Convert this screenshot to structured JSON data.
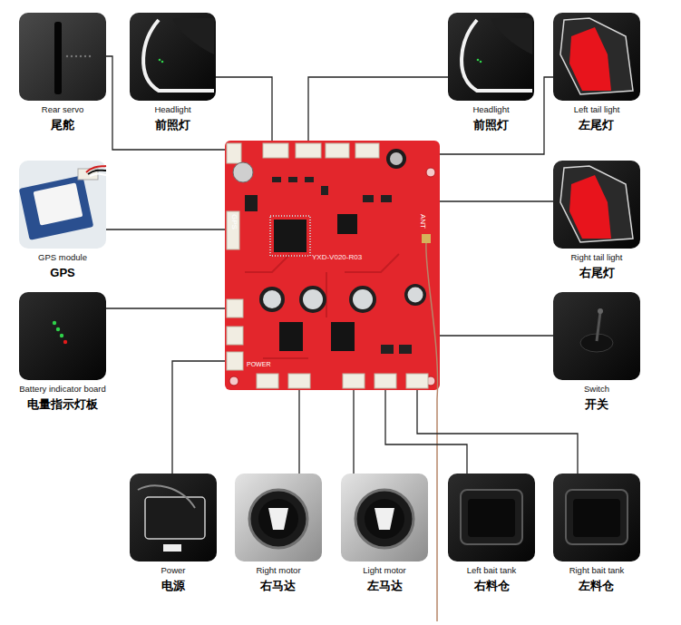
{
  "diagram": {
    "nodes": [
      {
        "text": [
          "Rear servo",
          "尾舵"
        ]
      },
      {
        "text": [
          "Headlight",
          "前照灯"
        ]
      },
      {
        "text": [
          "Headlight",
          "前照灯"
        ]
      },
      {
        "text": [
          "Left tail light",
          "左尾灯"
        ]
      },
      {
        "text": [
          "GPS module",
          "GPS"
        ]
      },
      {
        "text": [
          "YXD-V020-R03"
        ]
      },
      {
        "text": [
          "Right tail light",
          "右尾灯"
        ]
      },
      {
        "text": [
          "Battery indicator board",
          "电量指示灯板"
        ]
      },
      {
        "text": [
          "Switch",
          "开关"
        ]
      },
      {
        "text": [
          "Power",
          "电源"
        ]
      },
      {
        "text": [
          "Right motor",
          "右马达"
        ]
      },
      {
        "text": [
          "Light motor",
          "左马达"
        ]
      },
      {
        "text": [
          "Left bait tank",
          "右料仓"
        ]
      },
      {
        "text": [
          "Right bait tank",
          "左料仓"
        ]
      }
    ],
    "edges": [
      {
        "from": 0,
        "to": 5,
        "arrow": "none"
      },
      {
        "from": 1,
        "to": 5,
        "arrow": "none"
      },
      {
        "from": 2,
        "to": 5,
        "arrow": "none"
      },
      {
        "from": 3,
        "to": 5,
        "arrow": "none"
      },
      {
        "from": 4,
        "to": 5,
        "arrow": "none"
      },
      {
        "from": 6,
        "to": 5,
        "arrow": "none"
      },
      {
        "from": 7,
        "to": 5,
        "arrow": "none"
      },
      {
        "from": 8,
        "to": 5,
        "arrow": "none"
      },
      {
        "from": 9,
        "to": 5,
        "arrow": "none"
      },
      {
        "from": 10,
        "to": 5,
        "arrow": "none"
      },
      {
        "from": 11,
        "to": 5,
        "arrow": "none"
      },
      {
        "from": 12,
        "to": 5,
        "arrow": "none"
      },
      {
        "from": 13,
        "to": 5,
        "arrow": "none"
      }
    ],
    "labels": [
      "GPS",
      "ANT",
      "POWER"
    ]
  }
}
